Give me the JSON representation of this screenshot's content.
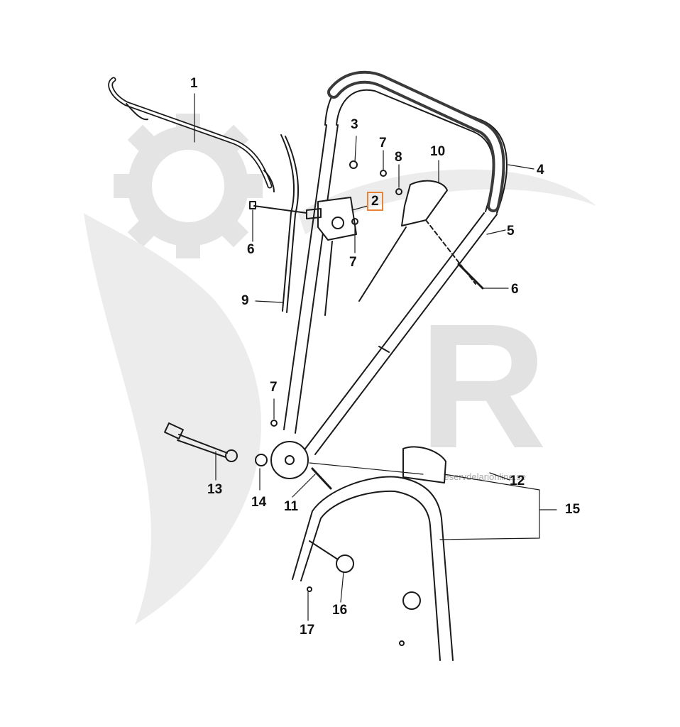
{
  "callouts": [
    {
      "id": "c1",
      "label": "1"
    },
    {
      "id": "c2",
      "label": "2",
      "highlighted": true
    },
    {
      "id": "c3",
      "label": "3"
    },
    {
      "id": "c4",
      "label": "4"
    },
    {
      "id": "c5",
      "label": "5"
    },
    {
      "id": "c6a",
      "label": "6"
    },
    {
      "id": "c6b",
      "label": "6"
    },
    {
      "id": "c7a",
      "label": "7"
    },
    {
      "id": "c7b",
      "label": "7"
    },
    {
      "id": "c7c",
      "label": "7"
    },
    {
      "id": "c8",
      "label": "8"
    },
    {
      "id": "c9",
      "label": "9"
    },
    {
      "id": "c10",
      "label": "10"
    },
    {
      "id": "c11",
      "label": "11"
    },
    {
      "id": "c12",
      "label": "12"
    },
    {
      "id": "c13",
      "label": "13"
    },
    {
      "id": "c14",
      "label": "14"
    },
    {
      "id": "c15",
      "label": "15"
    },
    {
      "id": "c16",
      "label": "16"
    },
    {
      "id": "c17",
      "label": "17"
    }
  ],
  "watermark": {
    "url": "www.reservdelarionline.se",
    "letter": "R",
    "color": "#d8d8d8"
  },
  "colors": {
    "line": "#1a1a1a",
    "highlight": "#e8843a",
    "background": "#ffffff"
  }
}
